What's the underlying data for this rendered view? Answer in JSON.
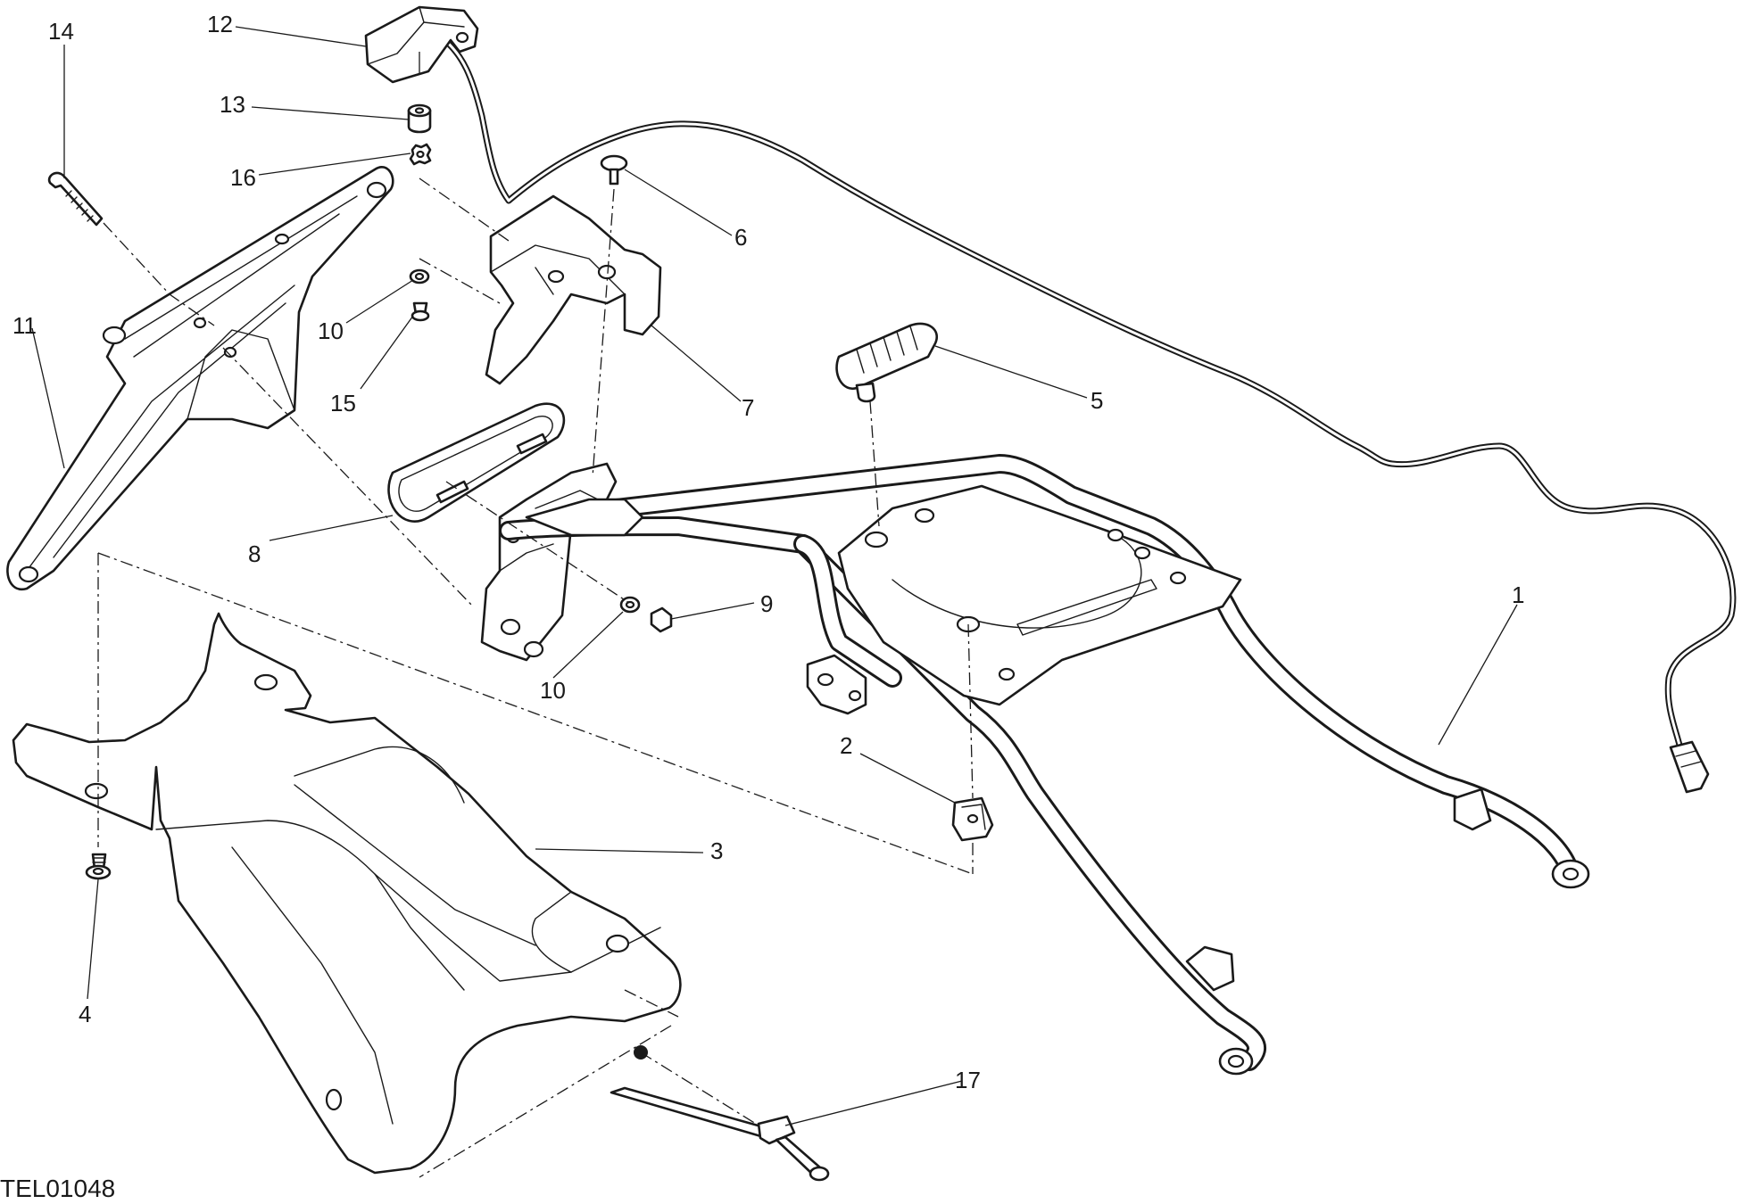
{
  "drawing_code": "TEL01048",
  "callouts": [
    {
      "id": "c1",
      "label": "1"
    },
    {
      "id": "c2",
      "label": "2"
    },
    {
      "id": "c3",
      "label": "3"
    },
    {
      "id": "c4",
      "label": "4"
    },
    {
      "id": "c5",
      "label": "5"
    },
    {
      "id": "c6",
      "label": "6"
    },
    {
      "id": "c7",
      "label": "7"
    },
    {
      "id": "c8",
      "label": "8"
    },
    {
      "id": "c9",
      "label": "9"
    },
    {
      "id": "c10a",
      "label": "10"
    },
    {
      "id": "c10b",
      "label": "10"
    },
    {
      "id": "c11",
      "label": "11"
    },
    {
      "id": "c12",
      "label": "12"
    },
    {
      "id": "c13",
      "label": "13"
    },
    {
      "id": "c14",
      "label": "14"
    },
    {
      "id": "c15",
      "label": "15"
    },
    {
      "id": "c16",
      "label": "16"
    },
    {
      "id": "c17",
      "label": "17"
    }
  ],
  "colors": {
    "line": "#1a1a1a",
    "background": "#ffffff"
  }
}
